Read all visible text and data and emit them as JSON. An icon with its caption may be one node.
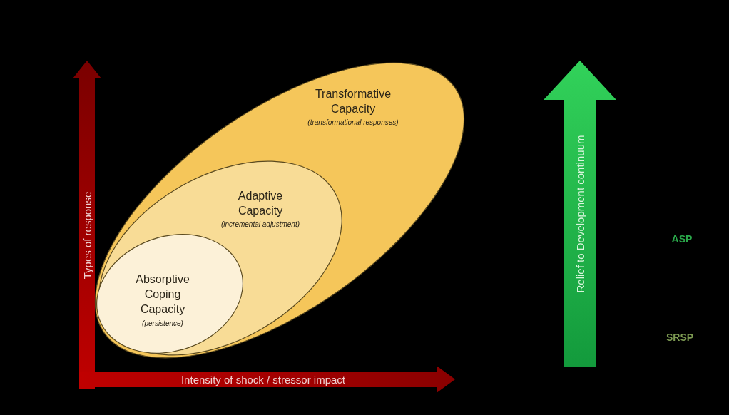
{
  "diagram": {
    "nodes": [
      {
        "text": [
          "Transformative Capacity",
          "(transformational responses)"
        ]
      },
      {
        "text": [
          "Adaptive Capacity",
          "(incremental adjustment)"
        ],
        "in": 0
      },
      {
        "text": [
          "Absorptive Coping Capacity",
          "(persistence)"
        ],
        "in": 1
      }
    ],
    "edges": [],
    "labels": [
      "Types of response",
      "Intensity of shock / stressor impact",
      "Relief to Development continuum",
      "ASP",
      "SRSP"
    ]
  }
}
